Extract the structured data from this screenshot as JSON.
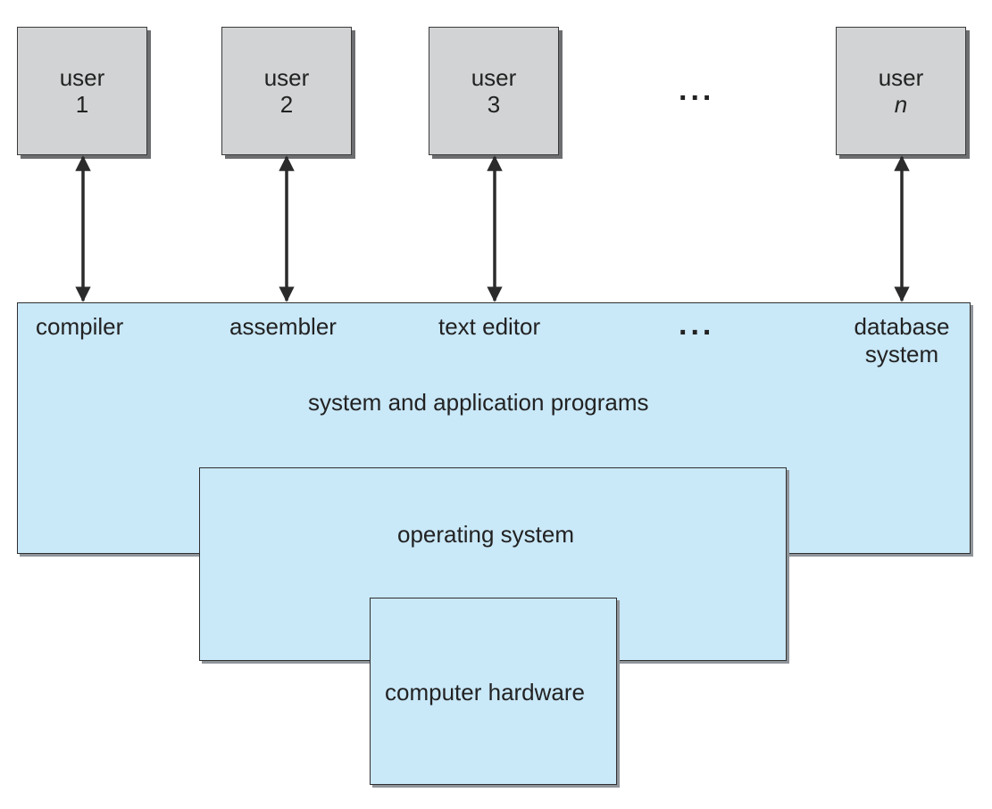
{
  "users": [
    {
      "label": "user",
      "number": "1"
    },
    {
      "label": "user",
      "number": "2"
    },
    {
      "label": "user",
      "number": "3"
    },
    {
      "label": "user",
      "number": "n"
    }
  ],
  "ellipsis": "...",
  "programs": {
    "compiler": "compiler",
    "assembler": "assembler",
    "text_editor": "text editor",
    "database_line1": "database",
    "database_line2": "system",
    "layer_label": "system and application programs"
  },
  "os_label": "operating system",
  "hardware_label": "computer hardware",
  "colors": {
    "user_box_fill": "#d1d3d4",
    "layer_fill": "#c9e8f8"
  }
}
